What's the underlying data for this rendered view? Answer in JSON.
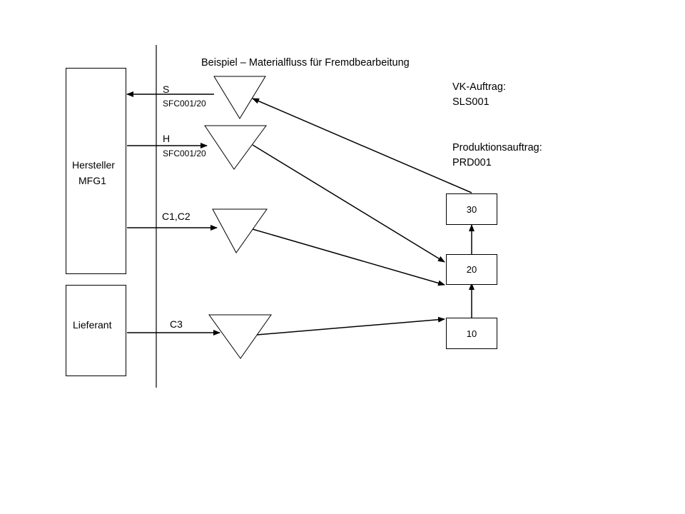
{
  "title": "Beispiel – Materialfluss für Fremdbearbeitung",
  "parties": {
    "manufacturer": [
      "Hersteller",
      "MFG1"
    ],
    "supplier": "Lieferant"
  },
  "flows": [
    {
      "code": "S",
      "ref": "SFC001/20"
    },
    {
      "code": "H",
      "ref": "SFC001/20"
    },
    {
      "code": "C1,C2",
      "ref": ""
    },
    {
      "code": "C3",
      "ref": ""
    }
  ],
  "sales_order": {
    "label": "VK-Auftrag:",
    "id": "SLS001"
  },
  "production_order": {
    "label": "Produktionsauftrag:",
    "id": "PRD001"
  },
  "operations": [
    "30",
    "20",
    "10"
  ]
}
